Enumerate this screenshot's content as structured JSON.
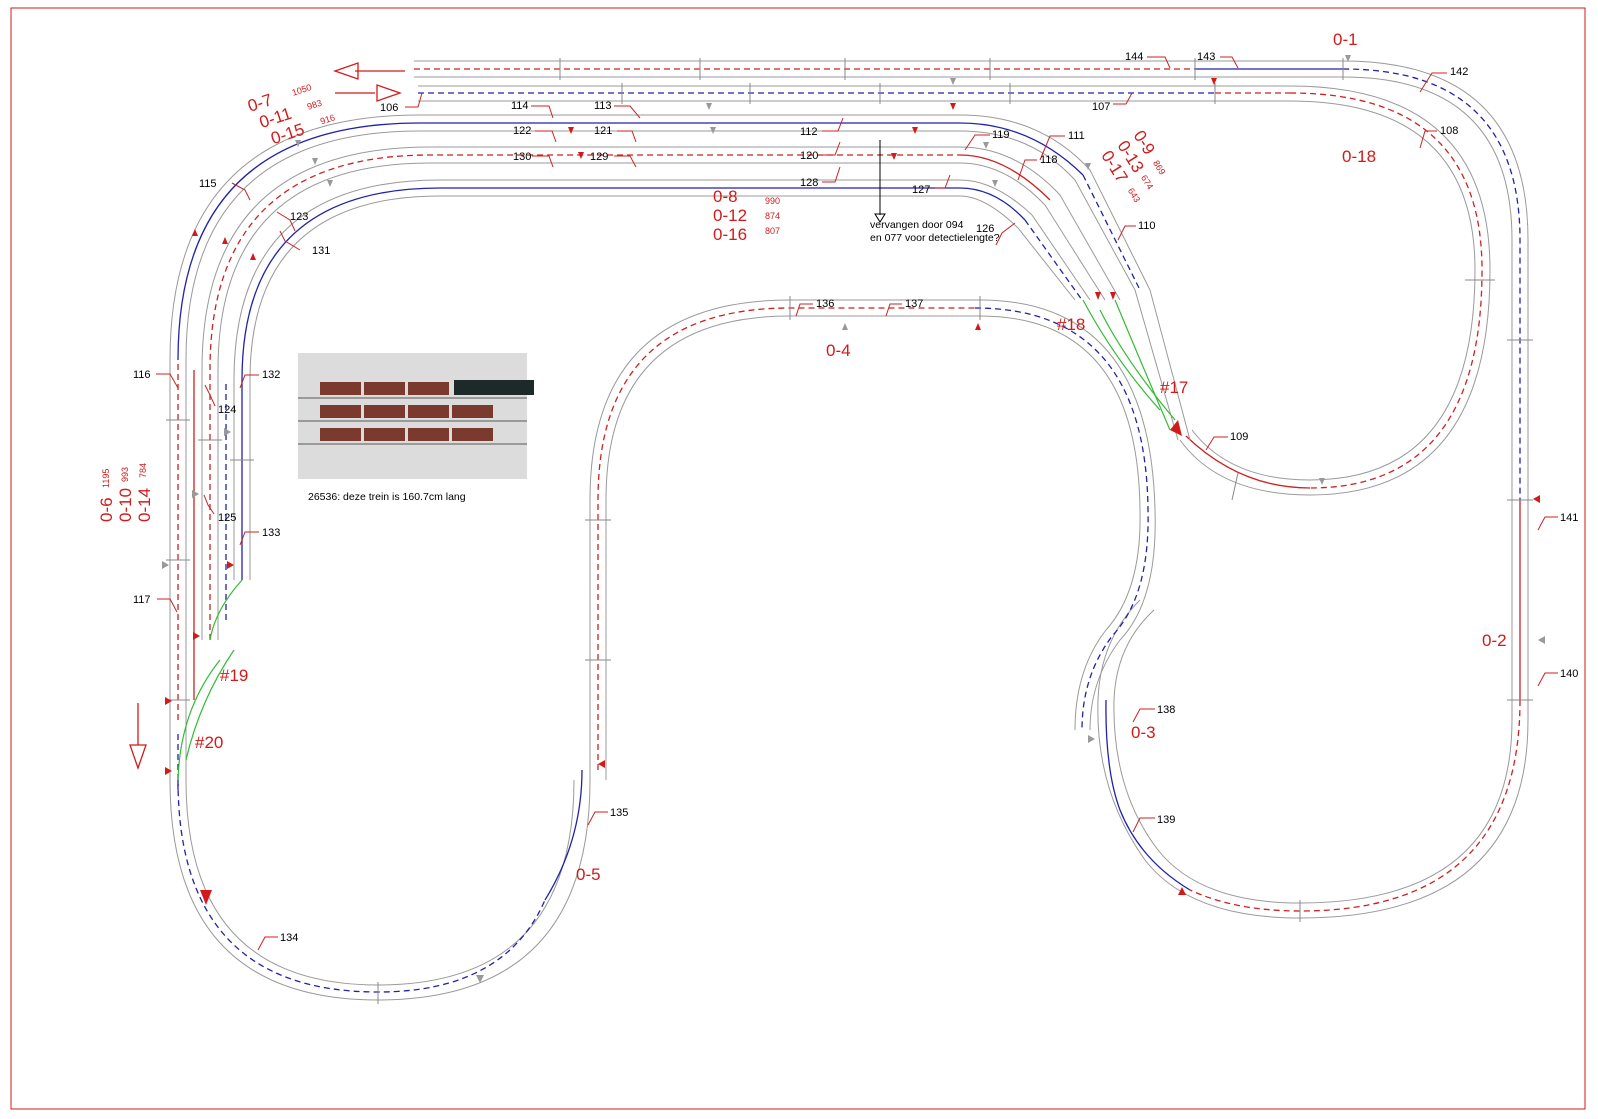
{
  "colors": {
    "frame": "#d21a1a",
    "rail": "#9a9a9a",
    "occupied_blue": "#2222aa",
    "occupied_red": "#cc2222",
    "switch_green": "#33bb33",
    "marker_grey": "#999999"
  },
  "section_labels": [
    "106",
    "107",
    "108",
    "109",
    "110",
    "111",
    "112",
    "113",
    "114",
    "115",
    "116",
    "117",
    "118",
    "119",
    "120",
    "121",
    "122",
    "123",
    "124",
    "125",
    "126",
    "127",
    "128",
    "129",
    "130",
    "131",
    "132",
    "133",
    "134",
    "135",
    "136",
    "137",
    "138",
    "139",
    "140",
    "141",
    "142",
    "143",
    "144"
  ],
  "zones": {
    "o1": "0-1",
    "o2": "0-2",
    "o3": "0-3",
    "o4": "0-4",
    "o5": "0-5",
    "o18": "0-18",
    "o6": "0-6",
    "o10": "0-10",
    "o14": "0-14",
    "o7": "0-7",
    "o11": "0-11",
    "o15": "0-15",
    "o8": "0-8",
    "o12": "0-12",
    "o16": "0-16",
    "o9": "0-9",
    "o13": "0-13",
    "o17": "0-17"
  },
  "lengths": {
    "left_group": [
      "1195",
      "993",
      "784"
    ],
    "top_left_group": [
      "1050",
      "983",
      "916"
    ],
    "middle_group": [
      "990",
      "874",
      "807"
    ],
    "right_group": [
      "869",
      "674",
      "643"
    ]
  },
  "switches": {
    "s17": "#17",
    "s18": "#18",
    "s19": "#19",
    "s20": "#20"
  },
  "note": {
    "line1": "vervangen door 094",
    "line2": "en 077 voor detectielengte?"
  },
  "train_caption": "26536: deze trein is 160.7cm lang",
  "train_picture": {
    "rows": 3,
    "wagons_per_row": [
      3,
      4,
      4
    ],
    "has_locomotive": true,
    "wagon_color": "#7a3b2e",
    "locomotive_color": "#1e2a2a"
  }
}
